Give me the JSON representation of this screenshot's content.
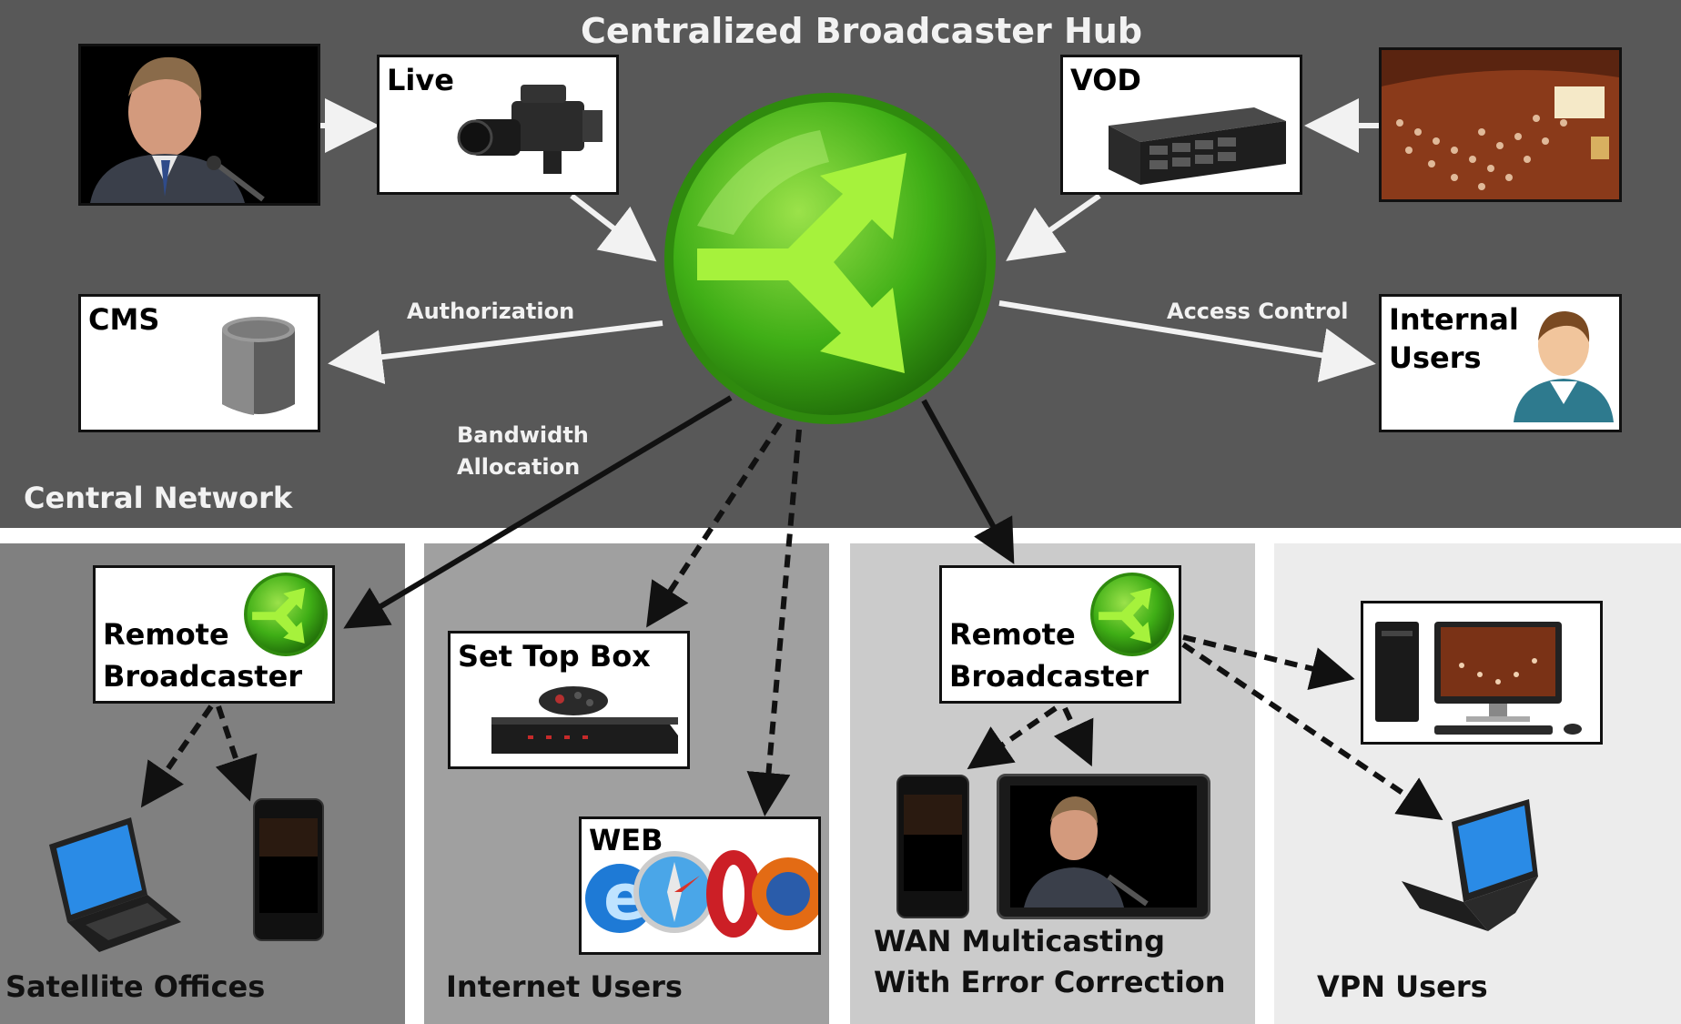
{
  "title": "Centralized Broadcaster Hub",
  "colors": {
    "central_network_bg": "#585858",
    "satellite_bg": "#808080",
    "internet_bg": "#a0a0a0",
    "wan_bg": "#cbcbcb",
    "vpn_bg": "#ececec",
    "hub_green": "#3fae16",
    "arrow_light": "#f2f2f2",
    "arrow_dark": "#111111"
  },
  "regions": {
    "central": "Central Network",
    "satellite": "Satellite Offices",
    "internet": "Internet Users",
    "wan": [
      "WAN Multicasting",
      "With Error Correction"
    ],
    "vpn": "VPN Users"
  },
  "nodes": {
    "live": "Live",
    "vod": "VOD",
    "cms": "CMS",
    "internal_users": [
      "Internal",
      "Users"
    ],
    "remote_broadcaster_1": [
      "Remote",
      "Broadcaster"
    ],
    "set_top_box": "Set Top Box",
    "web": "WEB",
    "remote_broadcaster_2": [
      "Remote",
      "Broadcaster"
    ]
  },
  "edges": {
    "authorization": "Authorization",
    "access_control": "Access Control",
    "bandwidth_allocation": [
      "Bandwidth",
      "Allocation"
    ]
  },
  "icons": [
    "hub-branch-icon",
    "video-camera-icon",
    "server-rack-icon",
    "database-cylinder-icon",
    "user-avatar-icon",
    "set-top-box-icon",
    "browser-logos-icon",
    "laptop-icon",
    "smartphone-icon",
    "tablet-icon",
    "desktop-computer-icon",
    "speaker-photo",
    "auditorium-photo"
  ]
}
